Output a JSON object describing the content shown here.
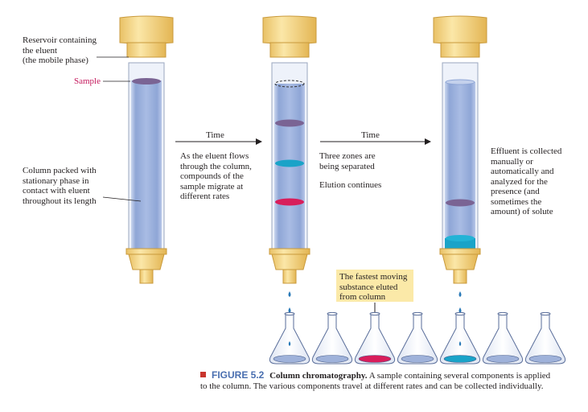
{
  "labels": {
    "reservoir": [
      "Reservoir containing",
      "the eluent",
      "(the mobile phase)"
    ],
    "sample": "Sample",
    "column": [
      "Column packed with",
      "stationary phase in",
      "contact with eluent",
      "throughout its length"
    ],
    "time1": "Time",
    "time2": "Time",
    "step1": [
      "As the eluent flows",
      "through the column,",
      "compounds of the",
      "sample migrate at",
      "different rates"
    ],
    "step2a": [
      "Three zones are",
      "being separated"
    ],
    "step2b": "Elution continues",
    "step3": [
      "Effluent is collected",
      "manually or",
      "automatically and",
      "analyzed for the",
      "presence (and",
      "sometimes the",
      "amount) of solute"
    ],
    "callout": [
      "The fastest moving",
      "substance eluted",
      "from column"
    ]
  },
  "caption": {
    "figure": "FIGURE 5.2",
    "title": "Column chromatography.",
    "text": "A sample containing several components is applied to the column. The various components travel at different rates and can be collected individually."
  },
  "colors": {
    "column_fill": "#97abd8",
    "purple_band": "#7a6494",
    "blue_band": "#1aa3c8",
    "red_band": "#d81e5b",
    "cap": "#f6d98b",
    "callout_bg": "#fbe9a8",
    "figure_label": "#4a6fb0",
    "caption_square": "#c8352d"
  },
  "flasks": [
    {
      "contents": "empty-drip"
    },
    {
      "contents": "empty"
    },
    {
      "contents": "red"
    },
    {
      "contents": "empty"
    },
    {
      "contents": "blue-drip"
    },
    {
      "contents": "empty"
    },
    {
      "contents": "empty"
    }
  ]
}
